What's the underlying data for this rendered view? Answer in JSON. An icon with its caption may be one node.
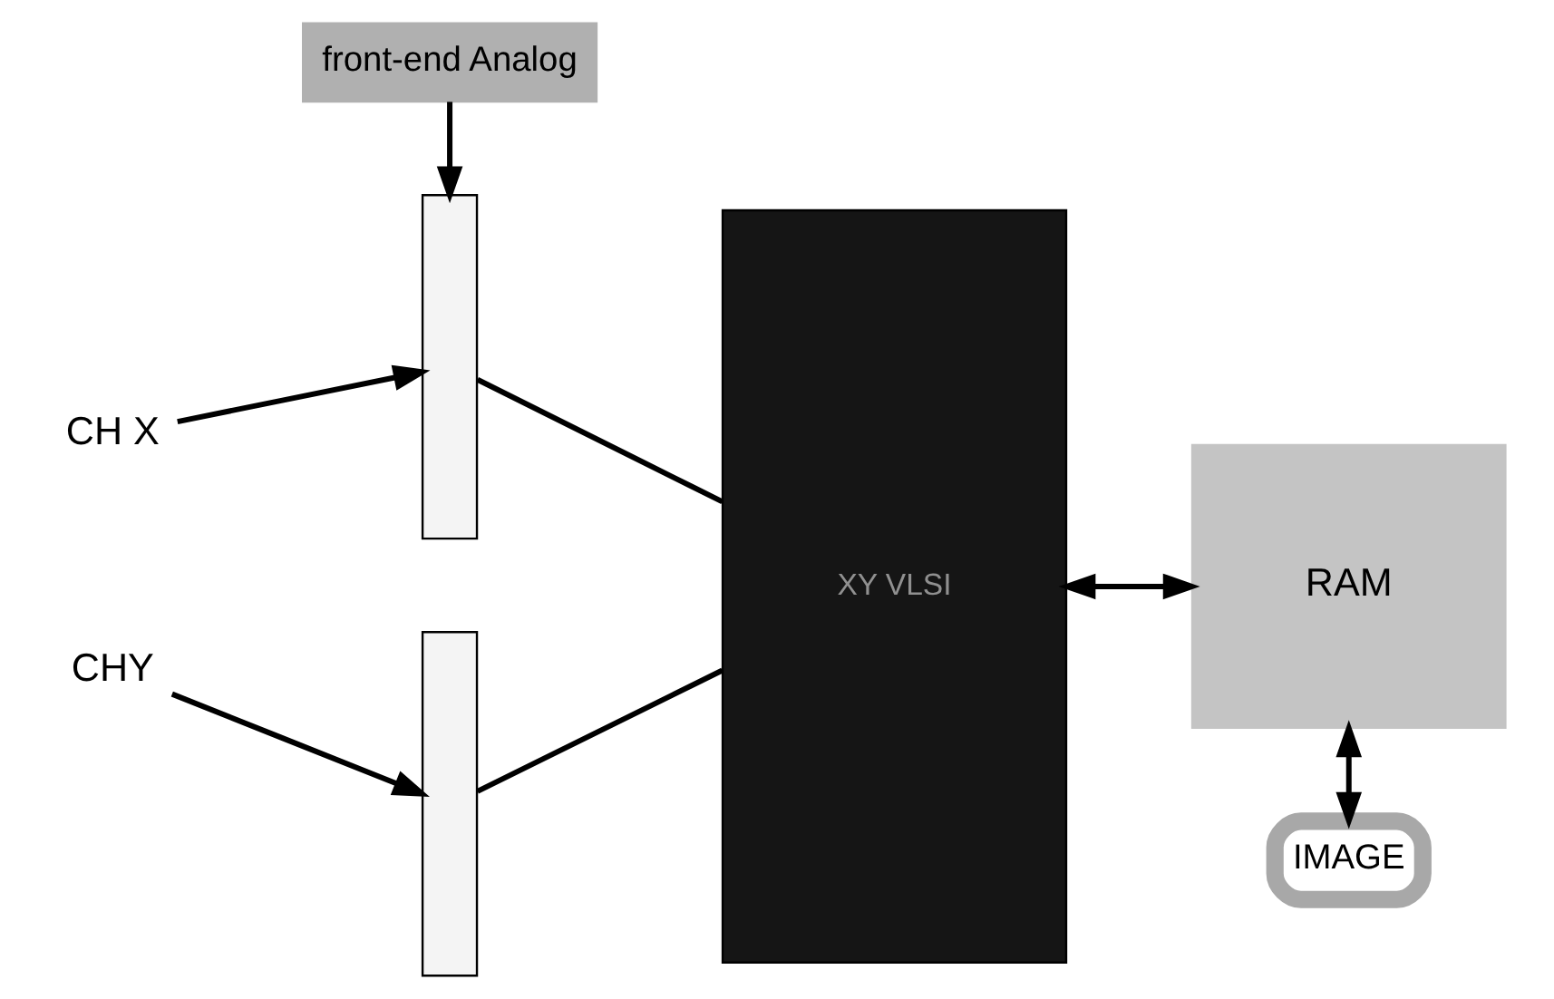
{
  "diagram": {
    "nodes": [
      {
        "text": [
          "front-end Analog"
        ]
      },
      {
        "text": [
          "CH X"
        ]
      },
      {
        "text": [
          "CHY"
        ]
      },
      {
        "text": [],
        "shape": "bar"
      },
      {
        "text": [],
        "shape": "bar"
      },
      {
        "text": [
          "XY VLSI"
        ]
      },
      {
        "text": [
          "RAM"
        ]
      },
      {
        "text": [
          "IMAGE"
        ]
      }
    ],
    "edges": [
      {
        "from": 0,
        "to": 3,
        "arrow": "to"
      },
      {
        "from": 1,
        "to": 3,
        "arrow": "to"
      },
      {
        "from": 2,
        "to": 4,
        "arrow": "to"
      },
      {
        "from": 3,
        "to": 5,
        "arrow": "none"
      },
      {
        "from": 4,
        "to": 5,
        "arrow": "none"
      },
      {
        "from": 5,
        "to": 6,
        "arrow": "both"
      },
      {
        "from": 6,
        "to": 7,
        "arrow": "both"
      }
    ]
  }
}
